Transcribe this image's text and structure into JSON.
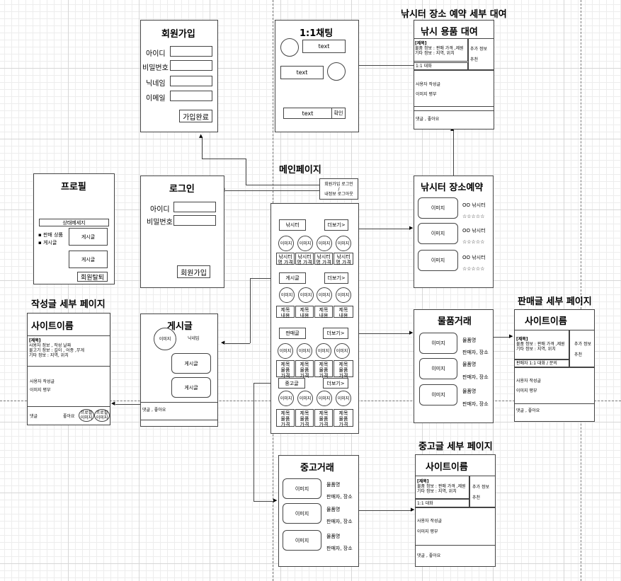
{
  "titles": {
    "signup": "회원가입",
    "chat": "1:1채팅",
    "rental_header": "낚시터 장소 예약 세부 대여",
    "rental": "낚시 용품 대여",
    "profile": "프로필",
    "login": "로그인",
    "main": "메인페이지",
    "reservation": "낚시터 장소예약",
    "post_detail_header": "작성글 세부 페이지",
    "board": "게시글",
    "trade": "물품거래",
    "sale_detail_header": "판매글 세부 페이지",
    "used": "중고거래",
    "used_detail_header": "중고글 세부 페이지"
  },
  "signup": {
    "fields": [
      "아이디",
      "비밀번호",
      "닉네임",
      "이메일"
    ],
    "submit": "가입완료"
  },
  "chat": {
    "bubble1": "text",
    "bubble2": "text",
    "input": "text",
    "send": "확인"
  },
  "site_name": "사이트이름",
  "detail": {
    "heading": "[제목]",
    "line1": "물품 정보 : 판매 가격 ,제원",
    "line2": "기타 정보 : 지역, 위치",
    "side1": "추가 정보",
    "side2": "추천",
    "chat": "1:1 대화",
    "author": "사용자 작성글",
    "review": "이미지 평부",
    "comments": "댓글 , 좋아요"
  },
  "post_detail": {
    "heading": "[제목]",
    "line1": "사용자 정보 , 작성 날짜",
    "line2": "물고기 정보 : 길이 , 어종 ,무게",
    "line3": "기타 정보 : 지역, 위치",
    "author": "사용자 작성글",
    "review": "이미지 평부",
    "comments": "댓글",
    "likes": "좋아요",
    "profile_icon": "프로필 이미지"
  },
  "sale_chat": "판매자 1:1 대화 / 문의",
  "profile": {
    "status": "상태메세지",
    "items": [
      "판매 상품",
      "게시글"
    ],
    "post": "게시글",
    "withdraw": "회원탈퇴"
  },
  "login": {
    "id": "아이디",
    "pw": "비밀번호",
    "signup": "회원가입"
  },
  "main": {
    "auth_line1": "회원가입 로그인",
    "auth_slash": "/",
    "auth_line2": "내정보 로그아웃",
    "sections": [
      {
        "label": "낚시터",
        "more": "더보기>",
        "circle": "이미지",
        "cell": [
          "낚시터",
          "명 가격"
        ]
      },
      {
        "label": "게시글",
        "more": "더보기>",
        "circle": "이미지",
        "cell": [
          "제목",
          "내용"
        ]
      },
      {
        "label": "판매글",
        "more": "더보기>",
        "circle": "이미지",
        "cell": [
          "제목",
          "물품",
          "가격"
        ]
      },
      {
        "label": "중고글",
        "more": "더보기>",
        "circle": "이미지",
        "cell": [
          "제목",
          "물품",
          "가격"
        ]
      }
    ]
  },
  "reservation": {
    "image": "이미지",
    "name": "OO 낚시터",
    "stars": "☆☆☆☆☆"
  },
  "board": {
    "image": "이미지",
    "nickname": "닉네임",
    "post": "게시글",
    "comments": "댓글 , 좋아요"
  },
  "trade": {
    "image": "이미지",
    "name": "물품명",
    "seller": "판매자, 장소"
  }
}
